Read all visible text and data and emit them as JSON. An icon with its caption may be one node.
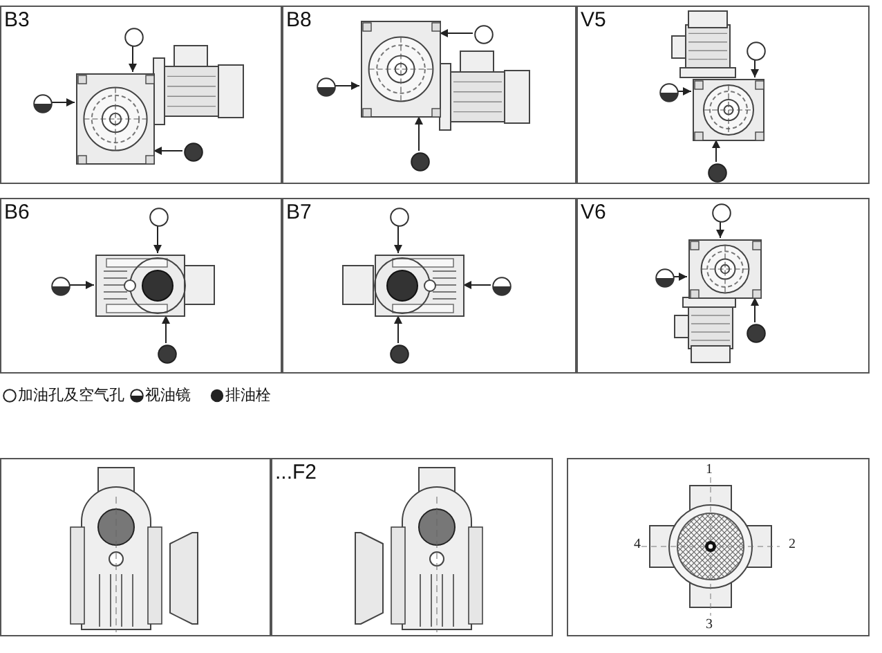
{
  "diagram": {
    "nodes": [
      {
        "text": [
          "B3"
        ]
      },
      {
        "text": [],
        "shape": "picture",
        "in": 0
      },
      {
        "text": [],
        "shape": "circle",
        "in": 0
      },
      {
        "text": [],
        "shape": "semicircle",
        "in": 0
      },
      {
        "text": [],
        "shape": "dot",
        "in": 0
      },
      {
        "text": [
          "B8"
        ]
      },
      {
        "text": [],
        "shape": "picture",
        "in": 5
      },
      {
        "text": [],
        "shape": "circle",
        "in": 5
      },
      {
        "text": [],
        "shape": "semicircle",
        "in": 5
      },
      {
        "text": [],
        "shape": "dot",
        "in": 5
      },
      {
        "text": [
          "V5"
        ]
      },
      {
        "text": [],
        "shape": "picture",
        "in": 10
      },
      {
        "text": [],
        "shape": "circle",
        "in": 10
      },
      {
        "text": [],
        "shape": "semicircle",
        "in": 10
      },
      {
        "text": [],
        "shape": "dot",
        "in": 10
      },
      {
        "text": [
          "B6"
        ]
      },
      {
        "text": [],
        "shape": "picture",
        "in": 15
      },
      {
        "text": [],
        "shape": "circle",
        "in": 15
      },
      {
        "text": [],
        "shape": "semicircle",
        "in": 15
      },
      {
        "text": [],
        "shape": "dot",
        "in": 15
      },
      {
        "text": [
          "B7"
        ]
      },
      {
        "text": [],
        "shape": "picture",
        "in": 20
      },
      {
        "text": [],
        "shape": "circle",
        "in": 20
      },
      {
        "text": [],
        "shape": "semicircle",
        "in": 20
      },
      {
        "text": [],
        "shape": "dot",
        "in": 20
      },
      {
        "text": [
          "V6"
        ]
      },
      {
        "text": [],
        "shape": "picture",
        "in": 25
      },
      {
        "text": [],
        "shape": "circle",
        "in": 25
      },
      {
        "text": [],
        "shape": "semicircle",
        "in": 25
      },
      {
        "text": [],
        "shape": "dot",
        "in": 25
      },
      {
        "text": [],
        "shape": "box"
      },
      {
        "text": [
          "...F2"
        ]
      },
      {
        "text": [],
        "shape": "box"
      }
    ],
    "edges": [
      {
        "from": 2,
        "to": 1,
        "arrow": "to"
      },
      {
        "from": 3,
        "to": 1,
        "arrow": "to"
      },
      {
        "from": 4,
        "to": 1,
        "arrow": "to"
      },
      {
        "from": 7,
        "to": 6,
        "arrow": "to"
      },
      {
        "from": 8,
        "to": 6,
        "arrow": "to"
      },
      {
        "from": 9,
        "to": 6,
        "arrow": "to"
      },
      {
        "from": 12,
        "to": 11,
        "arrow": "to"
      },
      {
        "from": 13,
        "to": 11,
        "arrow": "to"
      },
      {
        "from": 14,
        "to": 11,
        "arrow": "to"
      },
      {
        "from": 17,
        "to": 16,
        "arrow": "to"
      },
      {
        "from": 18,
        "to": 16,
        "arrow": "to"
      },
      {
        "from": 19,
        "to": 16,
        "arrow": "to"
      },
      {
        "from": 22,
        "to": 21,
        "arrow": "to"
      },
      {
        "from": 23,
        "to": 21,
        "arrow": "to"
      },
      {
        "from": 24,
        "to": 21,
        "arrow": "to"
      },
      {
        "from": 27,
        "to": 26,
        "arrow": "to"
      },
      {
        "from": 28,
        "to": 26,
        "arrow": "to"
      },
      {
        "from": 29,
        "to": 26,
        "arrow": "to"
      }
    ],
    "labels": [
      "1",
      "4",
      "2",
      "3"
    ],
    "legend": [
      {
        "text": "加油孔及空气孔"
      },
      {
        "text": "视油镜"
      },
      {
        "text": "排油栓"
      }
    ]
  }
}
